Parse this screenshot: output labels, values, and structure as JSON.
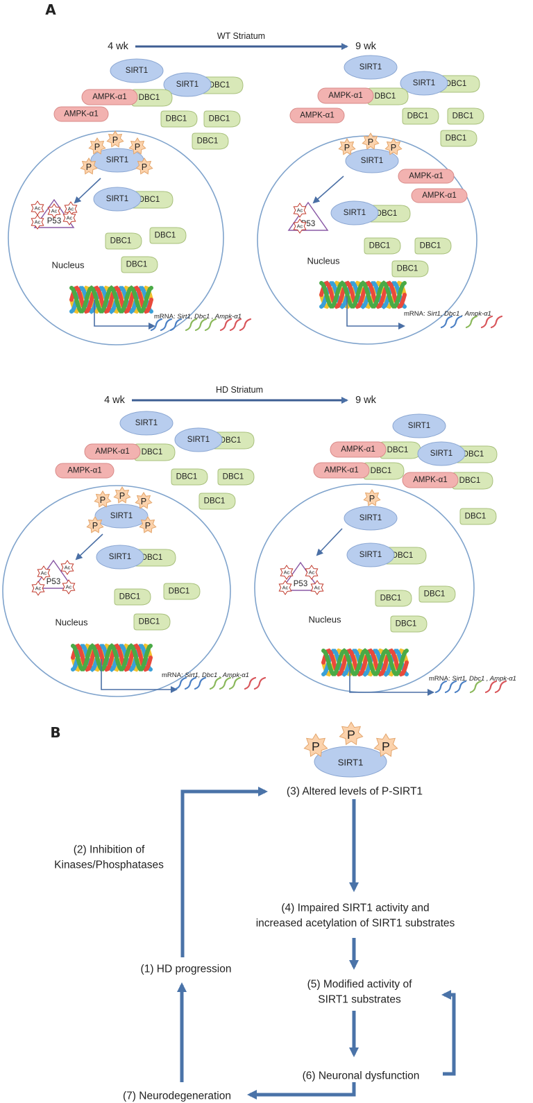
{
  "panel_a": {
    "label": "A",
    "wt": {
      "title": "WT Striatum",
      "time_start": "4 wk",
      "time_end": "9 wk"
    },
    "hd": {
      "title": "HD Striatum",
      "time_start": "4 wk",
      "time_end": "9 wk"
    },
    "molecules": {
      "sirt1": "SIRT1",
      "dbc1": "DBC1",
      "ampk": "AMPK-α1",
      "p53": "P53",
      "phospho": "P",
      "acetyl": "Ac"
    },
    "nucleus_label": "Nucleus",
    "mrna_prefix": "mRNA:",
    "mrna_genes": "Sirt1, Dbc1 , Ampk-α1",
    "colors": {
      "sirt1": "#b8cdee",
      "dbc1": "#d8e8b8",
      "ampk": "#f2b2b0",
      "phospho": "#fbd2ac",
      "nucleus": "#7fa3cc",
      "arrow": "#4a6fa5",
      "acetyl": "#c0392b"
    }
  },
  "panel_b": {
    "label": "B",
    "sirt1": "SIRT1",
    "phospho": "P",
    "steps": [
      "(1) HD progression",
      "(2) Inhibition of",
      "Kinases/Phosphatases",
      "(3) Altered levels of P-SIRT1",
      "(4) Impaired SIRT1 activity and",
      "increased acetylation of SIRT1 substrates",
      "(5) Modified activity of",
      "SIRT1 substrates",
      "(6) Neuronal dysfunction",
      "(7) Neurodegeneration"
    ]
  }
}
